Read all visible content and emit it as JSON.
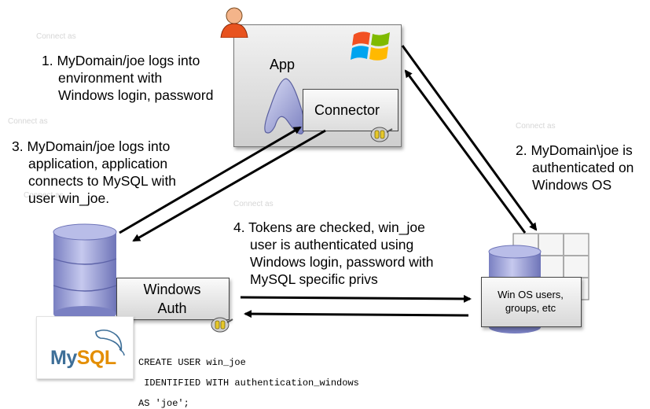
{
  "faint_labels": [
    "Connect as",
    "Connect as",
    "Connect as",
    "Connect as",
    "Connect as"
  ],
  "nodes": {
    "app": "App",
    "connector": "Connector",
    "windows_auth": [
      "Windows",
      "Auth"
    ],
    "win_os": [
      "Win OS users,",
      "groups, etc"
    ]
  },
  "steps": {
    "step1": [
      "1. MyDomain/joe logs into",
      "environment with",
      "Windows login, password"
    ],
    "step2": [
      "2. MyDomain\\joe is",
      "authenticated on",
      "Windows OS"
    ],
    "step3": [
      "3. MyDomain/joe logs into",
      "application, application",
      "connects to MySQL with",
      "user win_joe."
    ],
    "step4": [
      "4. Tokens are checked, win_joe",
      "user is authenticated using",
      "Windows login, password with",
      "MySQL specific privs"
    ]
  },
  "logo": {
    "my": "My",
    "sql": "SQL"
  },
  "sql_code": [
    "CREATE USER win_joe",
    " IDENTIFIED WITH authentication_windows",
    "AS 'joe';"
  ],
  "colors": {
    "db_blue": "#8f95cc",
    "arrow": "#000000",
    "logo_blue": "#3e6f98",
    "logo_orange": "#e48e00",
    "plug_yellow": "#e6c72a"
  },
  "icons": [
    "person-icon",
    "windows-logo-icon",
    "app-launcher-icon",
    "plug-icon",
    "database-icon",
    "user-table-icon"
  ]
}
